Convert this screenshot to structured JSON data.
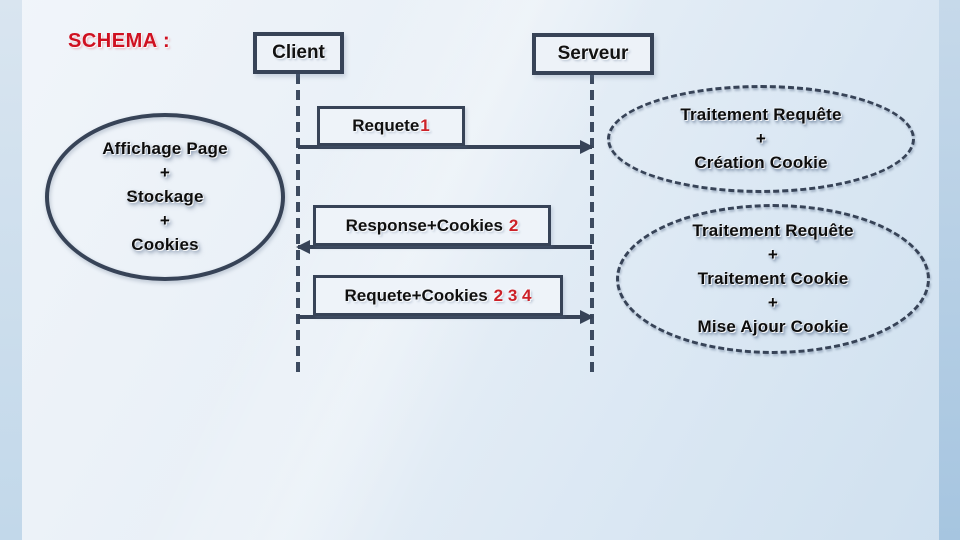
{
  "slide": {
    "title": "SCHEMA :",
    "colors": {
      "ink": "#374357",
      "title_red": "#cf1020",
      "number_red": "#cc2128",
      "background_light": "#eff4fa",
      "background_dark": "#cfe0ef"
    }
  },
  "actors": [
    {
      "id": "client",
      "label": "Client"
    },
    {
      "id": "serveur",
      "label": "Serveur"
    }
  ],
  "messages": [
    {
      "label": "Requete",
      "numbers": "1",
      "direction": "client-to-server"
    },
    {
      "label": "Response+Cookies",
      "numbers": "2",
      "direction": "server-to-client"
    },
    {
      "label": "Requete+Cookies",
      "numbers": "2 3 4",
      "direction": "client-to-server"
    }
  ],
  "notes": {
    "client": {
      "lines": [
        "Affichage Page",
        "+",
        "Stockage",
        "+",
        "Cookies"
      ]
    },
    "server1": {
      "lines": [
        "Traitement Requête",
        "+",
        "Création Cookie"
      ]
    },
    "server2": {
      "lines": [
        "Traitement Requête",
        "+",
        "Traitement Cookie",
        "+",
        "Mise Ajour Cookie"
      ]
    }
  }
}
